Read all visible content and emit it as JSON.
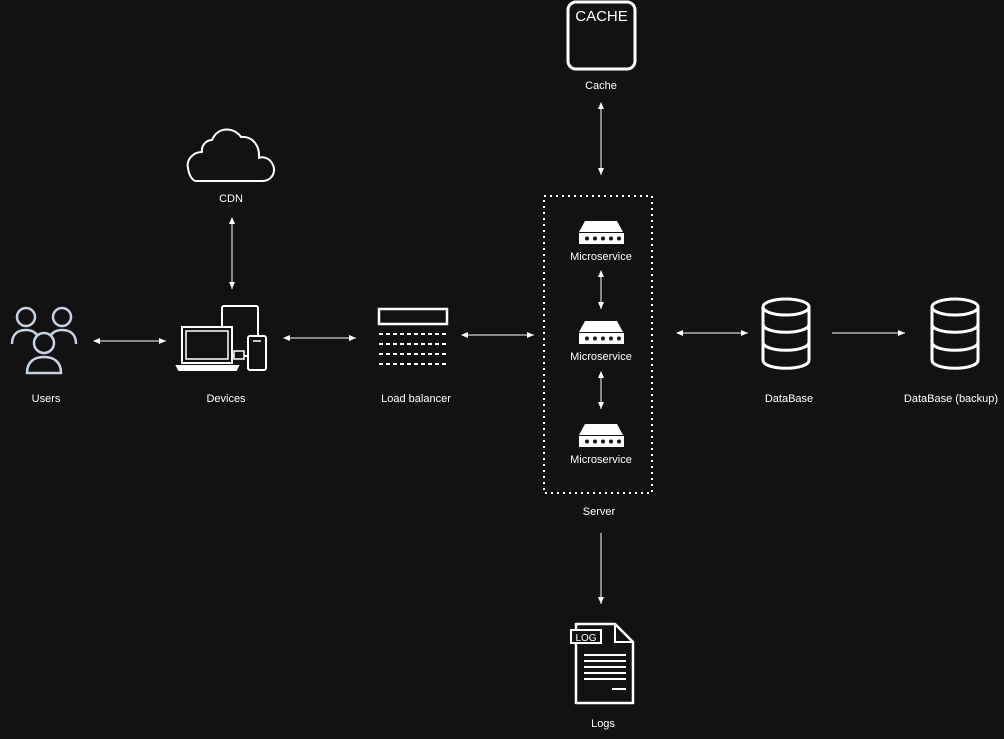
{
  "nodes": {
    "cache": {
      "label": "Cache",
      "icon_text": "CACHE",
      "icon": "cache-icon"
    },
    "cdn": {
      "label": "CDN",
      "icon": "cloud-icon"
    },
    "users": {
      "label": "Users",
      "icon": "users-icon"
    },
    "devices": {
      "label": "Devices",
      "icon": "devices-icon"
    },
    "load_balancer": {
      "label": "Load balancer",
      "icon": "load-balancer-icon"
    },
    "server": {
      "label": "Server",
      "microservices": [
        {
          "label": "Microservice",
          "icon": "microservice-icon"
        },
        {
          "label": "Microservice",
          "icon": "microservice-icon"
        },
        {
          "label": "Microservice",
          "icon": "microservice-icon"
        }
      ]
    },
    "database": {
      "label": "DataBase",
      "icon": "database-icon"
    },
    "database_backup": {
      "label": "DataBase (backup)",
      "icon": "database-icon"
    },
    "logs": {
      "label": "Logs",
      "icon_text": "LOG",
      "icon": "log-file-icon"
    }
  },
  "connections": [
    {
      "from": "Users",
      "to": "Devices",
      "direction": "both"
    },
    {
      "from": "Devices",
      "to": "CDN",
      "direction": "both"
    },
    {
      "from": "Devices",
      "to": "Load balancer",
      "direction": "both"
    },
    {
      "from": "Load balancer",
      "to": "Server",
      "direction": "both"
    },
    {
      "from": "Server",
      "to": "Cache",
      "direction": "both"
    },
    {
      "from": "Microservice",
      "to": "Microservice",
      "direction": "both"
    },
    {
      "from": "Microservice",
      "to": "Microservice",
      "direction": "both"
    },
    {
      "from": "Server",
      "to": "DataBase",
      "direction": "both"
    },
    {
      "from": "DataBase",
      "to": "DataBase (backup)",
      "direction": "forward"
    },
    {
      "from": "Server",
      "to": "Logs",
      "direction": "forward"
    }
  ],
  "colors": {
    "background": "#121212",
    "foreground": "#ffffff",
    "users_icon": "#c7d3e3"
  }
}
